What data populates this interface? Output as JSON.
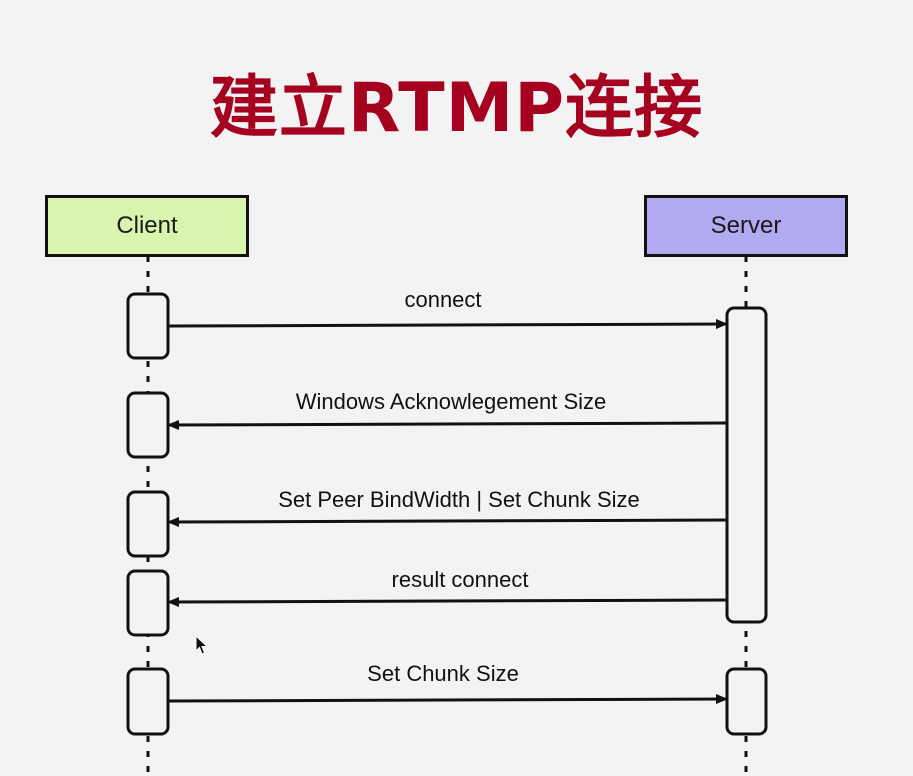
{
  "title": "建立RTMP连接",
  "colors": {
    "title": "#a5001f",
    "client_fill": "#d8f5b0",
    "server_fill": "#b1aaf0",
    "line": "#111111",
    "background": "#f3f3f3"
  },
  "participants": [
    {
      "id": "client",
      "label": "Client"
    },
    {
      "id": "server",
      "label": "Server"
    }
  ],
  "messages": [
    {
      "from": "client",
      "to": "server",
      "label": "connect"
    },
    {
      "from": "server",
      "to": "client",
      "label": "Windows Acknowlegement Size"
    },
    {
      "from": "server",
      "to": "client",
      "label": "Set Peer BindWidth | Set Chunk Size"
    },
    {
      "from": "server",
      "to": "client",
      "label": "result connect"
    },
    {
      "from": "client",
      "to": "server",
      "label": "Set Chunk Size"
    }
  ],
  "cursor_icon": "mouse-pointer-icon"
}
